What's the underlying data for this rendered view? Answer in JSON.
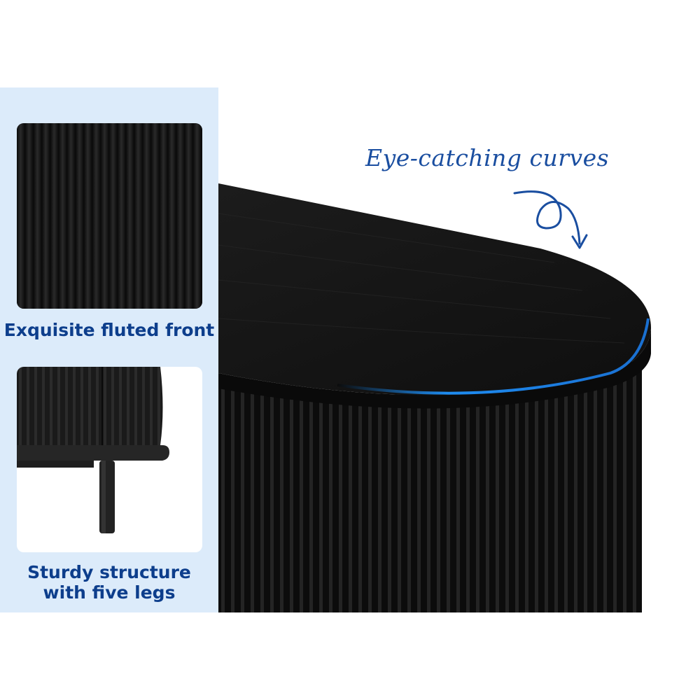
{
  "features": [
    {
      "caption": "Exquisite fluted front",
      "image": "fluted-front-closeup"
    },
    {
      "caption_line1": "Sturdy structure",
      "caption_line2": "with five legs",
      "image": "legs-closeup"
    }
  ],
  "hero": {
    "label": "Eye-catching curves",
    "image": "sideboard-curved-top",
    "arrow_icon": "curly-arrow-icon"
  },
  "colors": {
    "panel_bg": "#dcebfa",
    "caption_text": "#0d3e8c",
    "script_text": "#1a4ea0",
    "edge_highlight": "#1e8cf0",
    "wood": "#141414"
  }
}
